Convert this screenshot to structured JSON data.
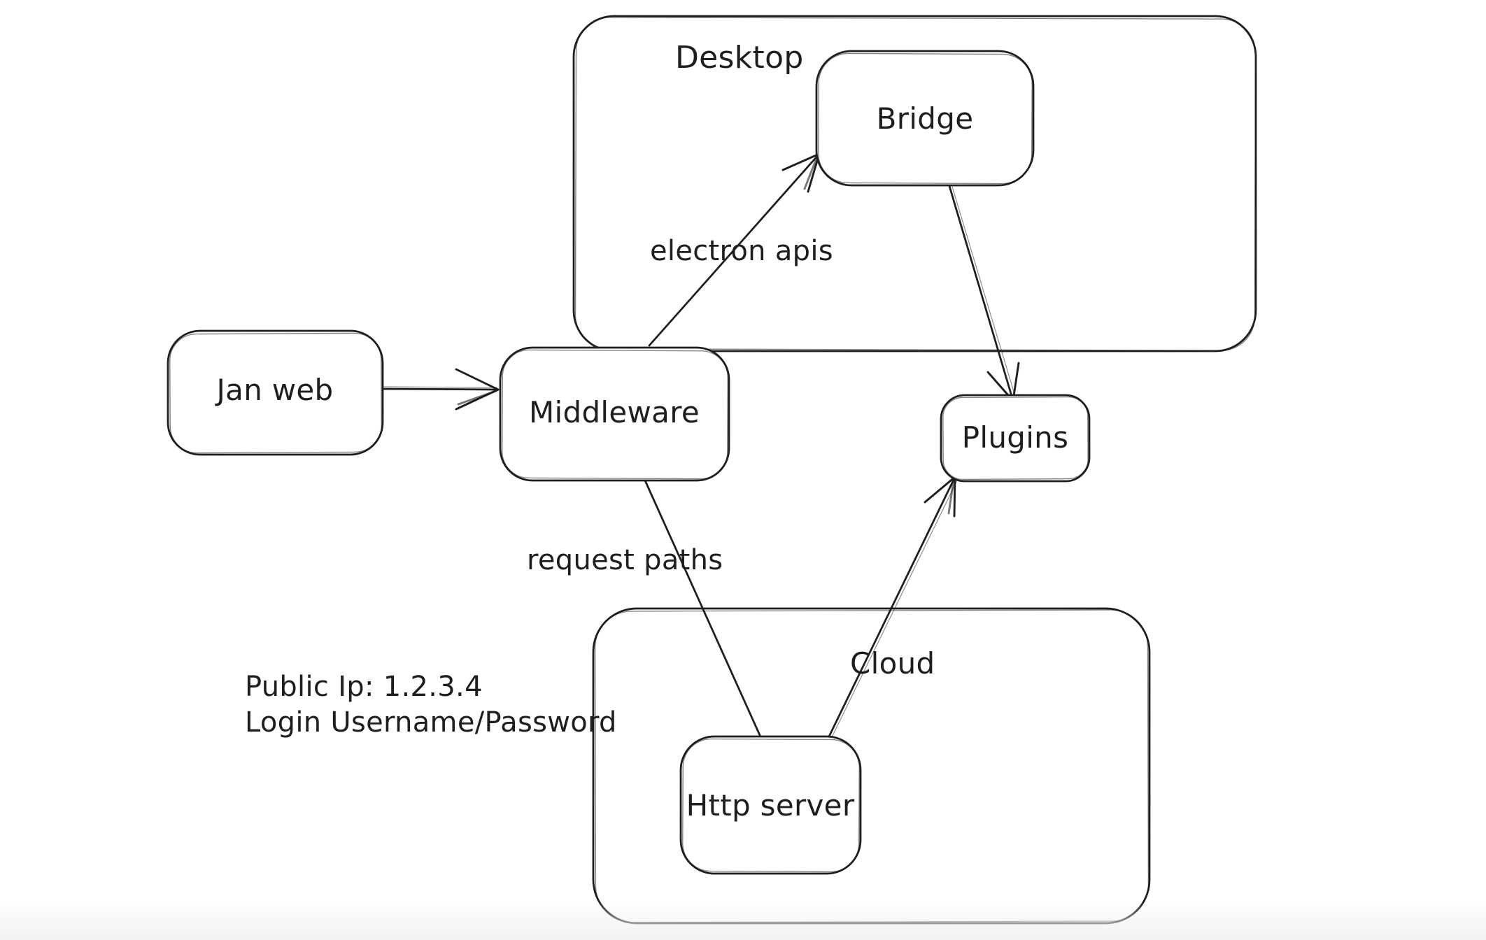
{
  "canvas": {
    "background": "#ffffff",
    "stroke_color": "#1e1e1e"
  },
  "diagram": {
    "containers": [
      {
        "id": "desktop",
        "label": "Desktop"
      },
      {
        "id": "cloud",
        "label": "Cloud"
      }
    ],
    "nodes": [
      {
        "id": "jan-web",
        "label": "Jan web"
      },
      {
        "id": "middleware",
        "label": "Middleware"
      },
      {
        "id": "bridge",
        "label": "Bridge",
        "inside": "Desktop"
      },
      {
        "id": "plugins",
        "label": "Plugins"
      },
      {
        "id": "http-server",
        "label": "Http server",
        "inside": "Cloud"
      }
    ],
    "edges": [
      {
        "id": "janweb-to-middleware",
        "from": "Jan web",
        "to": "Middleware",
        "arrowhead": "end",
        "label": ""
      },
      {
        "id": "middleware-to-bridge",
        "from": "Middleware",
        "to": "Bridge",
        "arrowhead": "end",
        "label": "electron apis"
      },
      {
        "id": "bridge-to-plugins",
        "from": "Bridge",
        "to": "Plugins",
        "arrowhead": "end",
        "label": ""
      },
      {
        "id": "middleware-to-httpserver",
        "from": "Middleware",
        "to": "Http server",
        "arrowhead": "none",
        "label": "request paths"
      },
      {
        "id": "httpserver-to-plugins",
        "from": "Http server",
        "to": "Plugins",
        "arrowhead": "end",
        "label": ""
      }
    ],
    "edge_labels": [
      {
        "label": "electron apis"
      },
      {
        "label": "request paths"
      }
    ],
    "notes": [
      {
        "text": "Public Ip: 1.2.3.4"
      },
      {
        "text": "Login Username/Password"
      }
    ]
  }
}
